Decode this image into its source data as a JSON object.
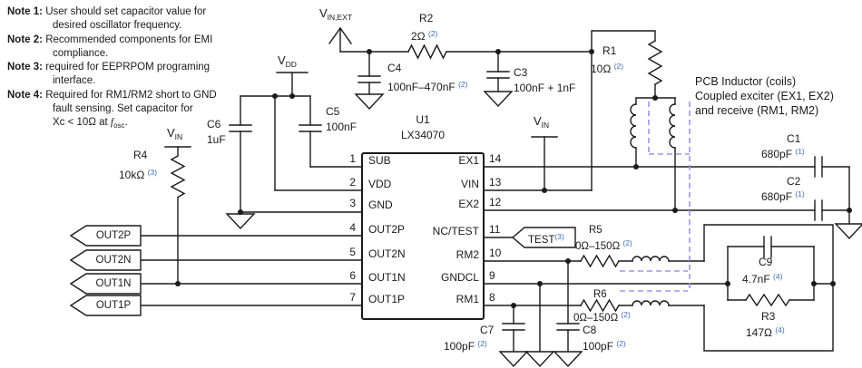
{
  "notes": [
    {
      "label": "Note 1:",
      "line1": "User should set capacitor value for",
      "line2": "desired oscillator frequency."
    },
    {
      "label": "Note 2:",
      "line1": "Recommended components for EMI",
      "line2": "compliance."
    },
    {
      "label": "Note 3:",
      "line1": "required for EEPRPOM programing",
      "line2": "interface."
    },
    {
      "label": "Note 4:",
      "line1": "Required for RM1/RM2 short to GND",
      "line2": "fault sensing. Set capacitor for",
      "line3_pre": "Xc < 10Ω at ",
      "line3_f": "f",
      "line3_sub": "osc",
      "line3_post": "."
    }
  ],
  "nets": {
    "vin_ext": {
      "main": "V",
      "sub": "IN,EXT"
    },
    "vdd": {
      "main": "V",
      "sub": "DD"
    },
    "vin": {
      "main": "V",
      "sub": "IN"
    }
  },
  "ic": {
    "ref": "U1",
    "part": "LX34070",
    "left_pins": [
      {
        "num": "1",
        "name": "SUB"
      },
      {
        "num": "2",
        "name": "VDD"
      },
      {
        "num": "3",
        "name": "GND"
      },
      {
        "num": "4",
        "name": "OUT2P"
      },
      {
        "num": "5",
        "name": "OUT2N"
      },
      {
        "num": "6",
        "name": "OUT1N"
      },
      {
        "num": "7",
        "name": "OUT1P"
      }
    ],
    "right_pins": [
      {
        "num": "14",
        "name": "EX1"
      },
      {
        "num": "13",
        "name": "VIN"
      },
      {
        "num": "12",
        "name": "EX2"
      },
      {
        "num": "11",
        "name": "NC/TEST"
      },
      {
        "num": "10",
        "name": "RM2"
      },
      {
        "num": "9",
        "name": "GNDCL"
      },
      {
        "num": "8",
        "name": "RM1"
      }
    ]
  },
  "components": {
    "r1": {
      "ref": "R1",
      "value": "10Ω",
      "note": "(2)"
    },
    "r2": {
      "ref": "R2",
      "value": "2Ω",
      "note": "(2)"
    },
    "r3": {
      "ref": "R3",
      "value": "147Ω",
      "note": "(4)"
    },
    "r4": {
      "ref": "R4",
      "value": "10kΩ",
      "note": "(3)"
    },
    "r5": {
      "ref": "R5",
      "value": "0Ω–150Ω",
      "note": "(2)"
    },
    "r6": {
      "ref": "R6",
      "value": "0Ω–150Ω",
      "note": "(2)"
    },
    "c1": {
      "ref": "C1",
      "value": "680pF",
      "note": "(1)"
    },
    "c2": {
      "ref": "C2",
      "value": "680pF",
      "note": "(1)"
    },
    "c3": {
      "ref": "C3",
      "value": "100nF + 1nF",
      "note": ""
    },
    "c4": {
      "ref": "C4",
      "value": "100nF–470nF",
      "note": "(2)"
    },
    "c5": {
      "ref": "C5",
      "value": "100nF",
      "note": ""
    },
    "c6": {
      "ref": "C6",
      "value": "1uF",
      "note": ""
    },
    "c7": {
      "ref": "C7",
      "value": "100pF",
      "note": "(2)"
    },
    "c8": {
      "ref": "C8",
      "value": "100pF",
      "note": "(2)"
    },
    "c9": {
      "ref": "C9",
      "value": "4.7nF",
      "note": "(4)"
    }
  },
  "flags": {
    "out2p": "OUT2P",
    "out2n": "OUT2N",
    "out1n": "OUT1N",
    "out1p": "OUT1P",
    "test": {
      "label": "TEST",
      "note": "(3)"
    }
  },
  "annotations": {
    "pcb_line1": "PCB Inductor (coils)",
    "pcb_line2": "Coupled exciter (EX1, EX2)",
    "pcb_line3": "and receive (RM1, RM2)"
  },
  "colors": {
    "wire": "#1a1a1a",
    "note_ref": "#3a6db8",
    "coupling_dash": "#9898e8"
  }
}
